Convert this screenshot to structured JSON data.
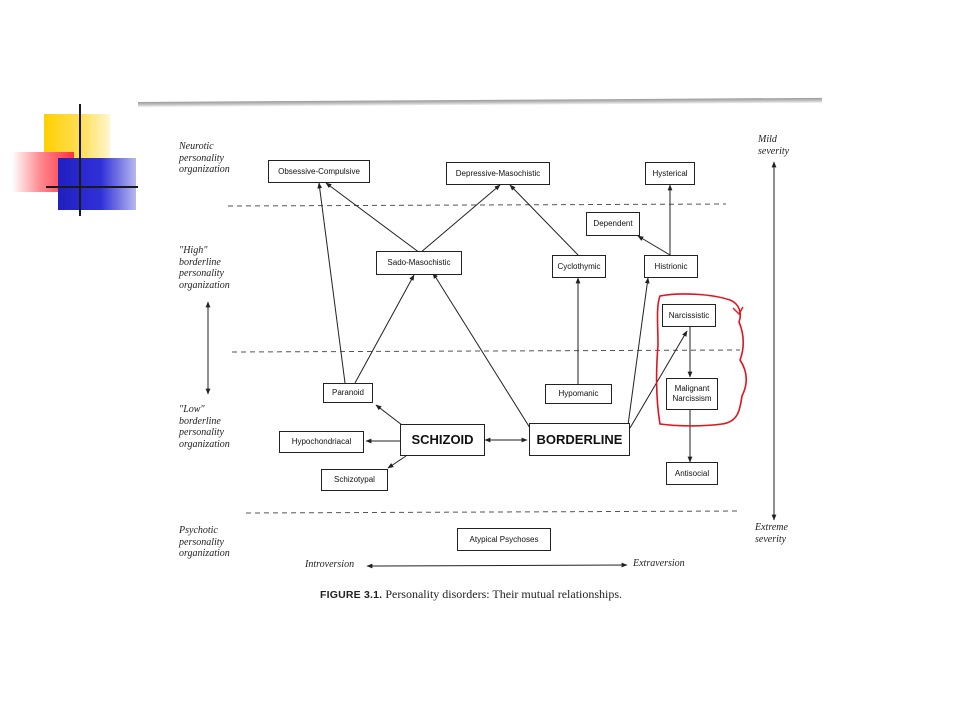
{
  "slide": {
    "figure_label": "FIGURE 3.1.",
    "figure_caption": "Personality disorders: Their mutual relationships."
  },
  "levels": {
    "neurotic": "Neurotic\npersonality\norganization",
    "high_borderline": "\"High\"\nborderline\npersonality\norganization",
    "low_borderline": "\"Low\"\nborderline\npersonality\norganization",
    "psychotic": "Psychotic\npersonality\norganization"
  },
  "severity": {
    "top": "Mild\nseverity",
    "bottom": "Extreme\nseverity"
  },
  "axis": {
    "left": "Introversion",
    "right": "Extraversion"
  },
  "nodes": {
    "obsessive_compulsive": "Obsessive-Compulsive",
    "depressive_masochistic": "Depressive-Masochistic",
    "hysterical": "Hysterical",
    "dependent": "Dependent",
    "sado_masochistic": "Sado-Masochistic",
    "cyclothymic": "Cyclothymic",
    "histrionic": "Histrionic",
    "narcissistic": "Narcissistic",
    "malignant_narcissism_1": "Malignant",
    "malignant_narcissism_2": "Narcissism",
    "paranoid": "Paranoid",
    "hypomanic": "Hypomanic",
    "hypochondriacal": "Hypochondriacal",
    "schizoid": "SCHIZOID",
    "borderline": "BORDERLINE",
    "schizotypal": "Schizotypal",
    "antisocial": "Antisocial",
    "atypical_psychoses": "Atypical Psychoses"
  },
  "colors": {
    "annotation": "#e0141e",
    "ink": "#222222"
  }
}
